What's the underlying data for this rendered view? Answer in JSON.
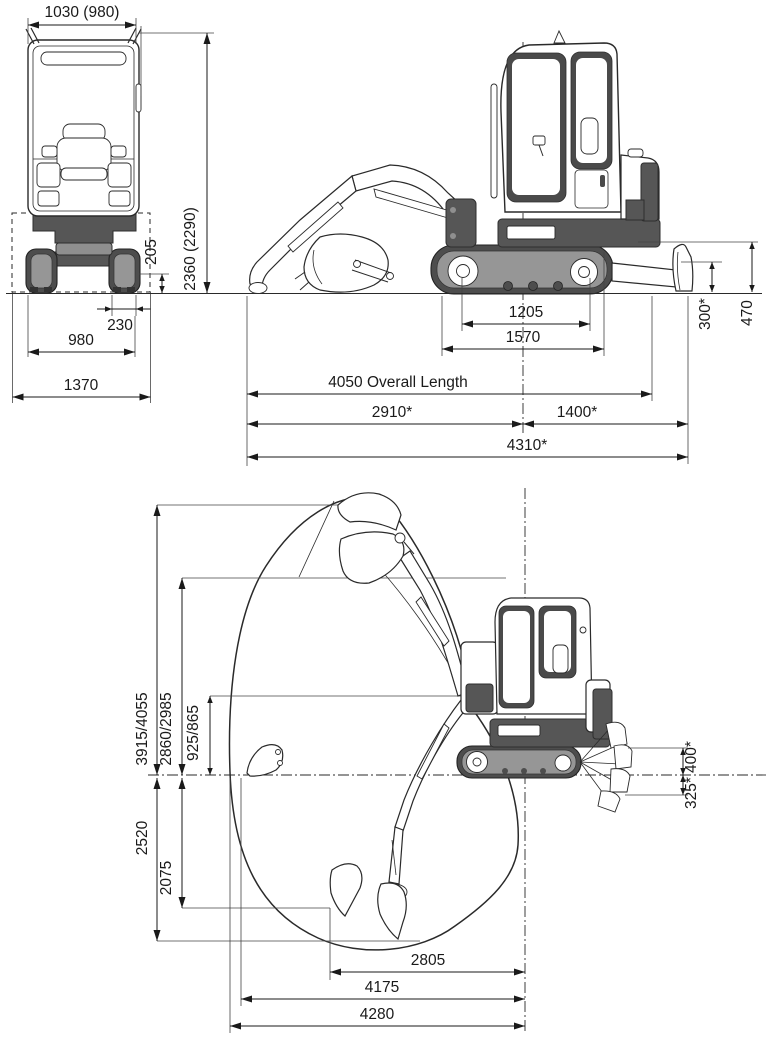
{
  "title": "Mini excavator dimensions and working range diagram",
  "colors": {
    "line": "#2a2a2a",
    "dark_fill": "#565656",
    "track_fill": "#4d4d4d",
    "mid_gray": "#969696",
    "background": "#ffffff"
  },
  "rear_view": {
    "overall_width": "1030 (980)",
    "overall_height": "2360 (2290)",
    "ground_clearance": "205",
    "track_shoe_width": "230",
    "track_gauge": "980",
    "blade_width": "1370"
  },
  "side_view": {
    "tumbler_distance": "1205",
    "track_length": "1570",
    "blade_height": "300*",
    "blade_carry_height": "470",
    "overall_length": "4050 Overall Length",
    "front_length": "2910*",
    "rear_length": "1400*",
    "overall_length_blade": "4310*"
  },
  "working_range": {
    "max_cutting_height": "3915/4055",
    "max_dumping_height": "2860/2985",
    "min_dumping_height": "925/865",
    "max_digging_depth": "2520",
    "vertical_digging_depth": "2075",
    "blade_raise": "400*",
    "blade_lower": "325*",
    "floor_digging_reach": "2805",
    "digging_reach_ground": "4175",
    "max_digging_reach": "4280"
  }
}
